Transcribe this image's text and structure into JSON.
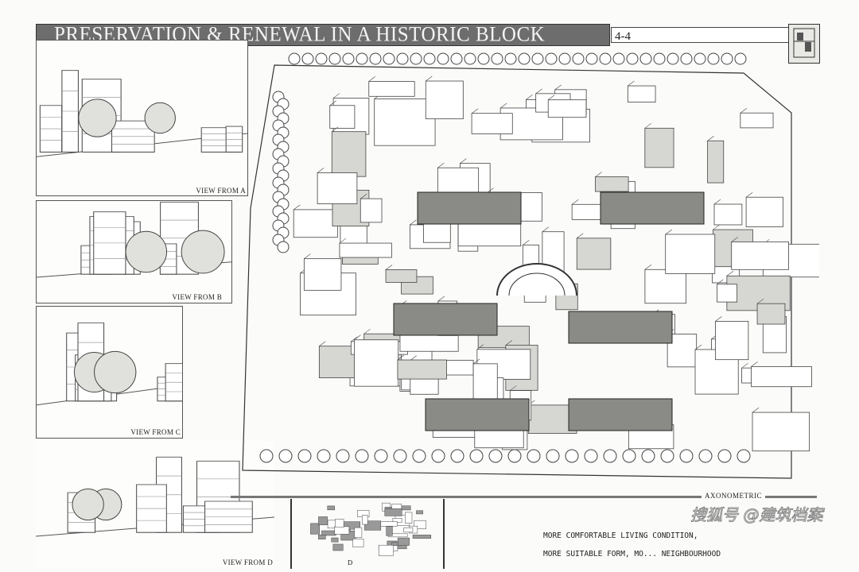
{
  "title": "PRESERVATION & RENEWAL IN A HISTORIC BLOCK",
  "sheet_number": "4-4",
  "views": [
    {
      "caption": "VIEW FROM A"
    },
    {
      "caption": "VIEW FROM B"
    },
    {
      "caption": "VIEW FROM C"
    },
    {
      "caption": "VIEW FROM D"
    }
  ],
  "axonometric_label": "AXONOMETRIC",
  "plan_label": "D",
  "notes": [
    "MORE COMFORTABLE LIVING CONDITION,",
    "MORE SUITABLE FORM,  MO... NEIGHBOURHOOD"
  ],
  "watermark": "搜狐号 @建筑档案"
}
